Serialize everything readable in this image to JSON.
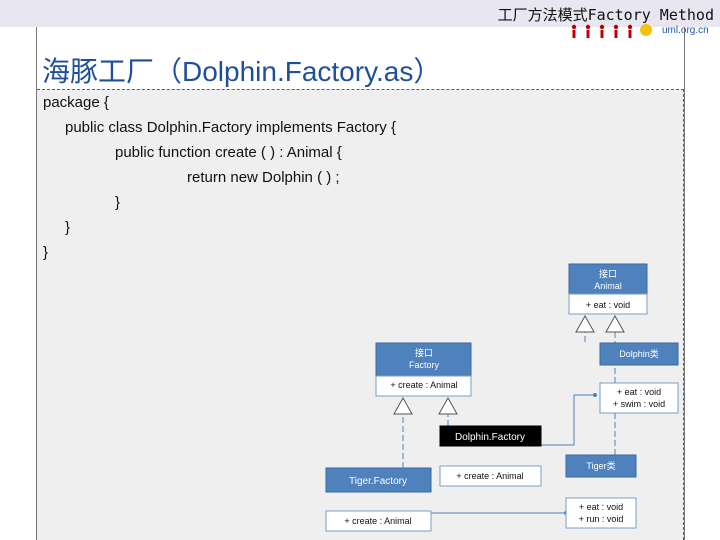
{
  "slide": {
    "top_title": "工厂方法模式Factory Method",
    "logo_text": "uml.org.cn",
    "heading": "海豚工厂（Dolphin.Factory.as）"
  },
  "code": [
    "package {",
    "public class Dolphin.Factory implements Factory {",
    "public function create ( ) : Animal {",
    "return new Dolphin ( ) ;",
    "}",
    "}",
    "}"
  ],
  "uml": {
    "animal": {
      "name_line1": "接口",
      "name_line2": "Animal",
      "member": "+ eat : void"
    },
    "factory": {
      "name_line1": "接口",
      "name_line2": "Factory",
      "member": "+ create : Animal"
    },
    "dolphin": {
      "name": "Dolphin类",
      "member1": "+ eat : void",
      "member2": "+ swim : void"
    },
    "dolphin_factory": {
      "name": "Dolphin.Factory",
      "member": "+ create : Animal"
    },
    "tiger_factory": {
      "name": "Tiger.Factory",
      "member": "+ create : Animal"
    },
    "tiger": {
      "name": "Tiger类",
      "member1": "+ eat : void",
      "member2": "+ run : void"
    }
  },
  "colors": {
    "header_blue": "#4f81bd",
    "box_fill": "#ffffff",
    "line_blue": "#4f81bd",
    "dolphin_factory_header": "#000000",
    "heading_blue": "#1f4f9b"
  }
}
